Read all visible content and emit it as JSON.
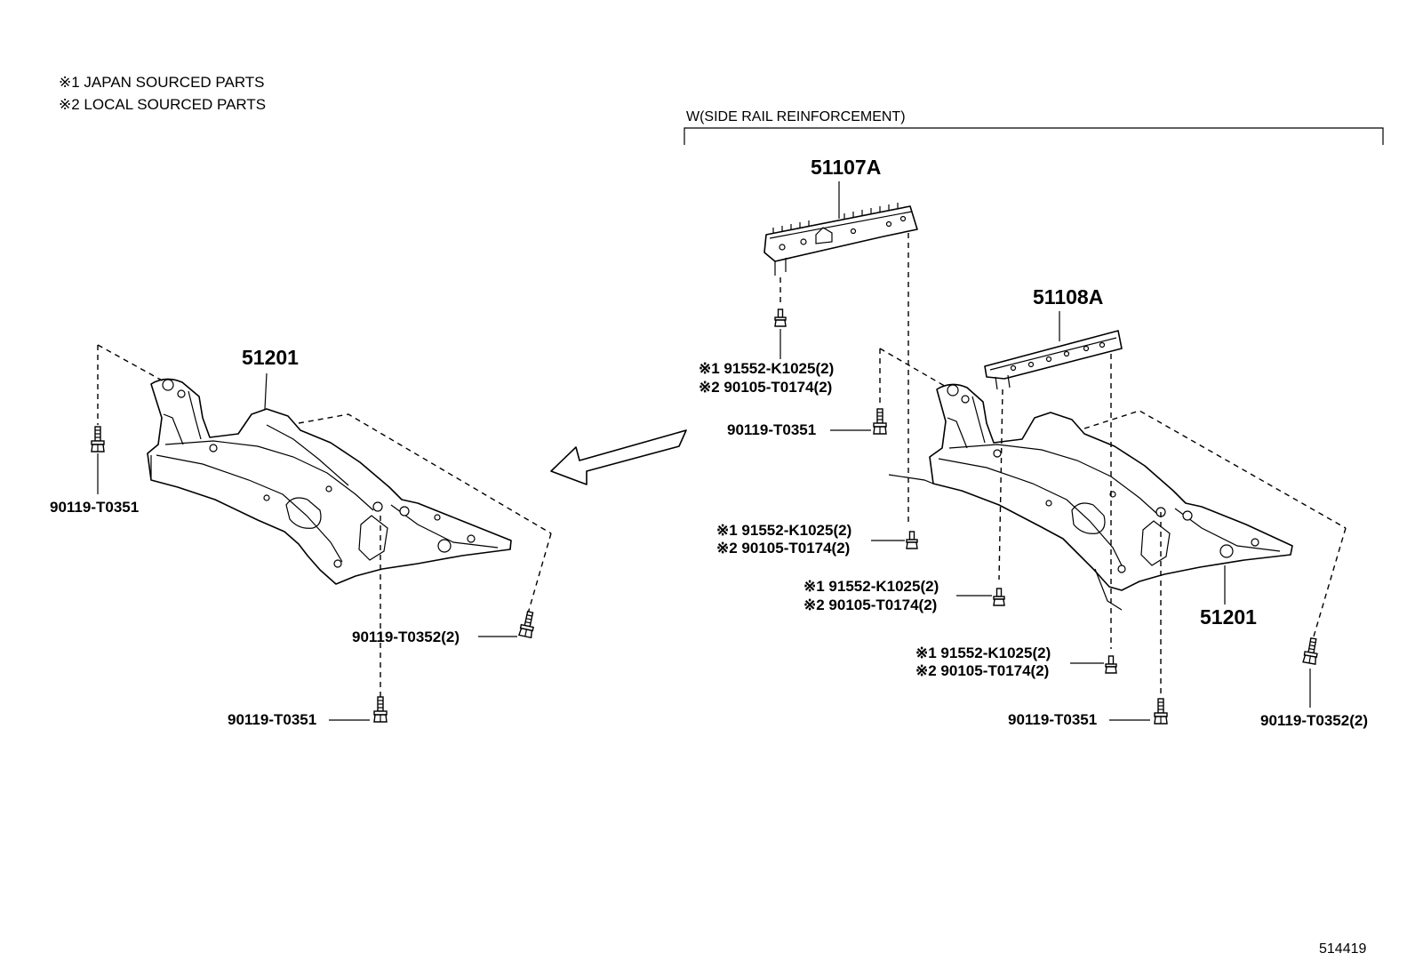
{
  "legend": {
    "item1": "※1 JAPAN SOURCED PARTS",
    "item2": "※2 LOCAL SOURCED PARTS"
  },
  "variant_bracket": {
    "label": "W(SIDE RAIL REINFORCEMENT)"
  },
  "left_assembly": {
    "crossmember_label": "51201",
    "bolt_rear_left": "90119-T0351",
    "bolt_front_right": "90119-T0352(2)",
    "bolt_front_center": "90119-T0351"
  },
  "right_assembly": {
    "reinforcement_1_label": "51107A",
    "reinforcement_2_label": "51108A",
    "crossmember_label": "51201",
    "screw_a_line1": "※1 91552-K1025(2)",
    "screw_a_line2": "※2 90105-T0174(2)",
    "bolt_rear_left": "90119-T0351",
    "screw_b_line1": "※1 91552-K1025(2)",
    "screw_b_line2": "※2 90105-T0174(2)",
    "screw_c_line1": "※1 91552-K1025(2)",
    "screw_c_line2": "※2 90105-T0174(2)",
    "screw_d_line1": "※1 91552-K1025(2)",
    "screw_d_line2": "※2 90105-T0174(2)",
    "bolt_front_center": "90119-T0351",
    "bolt_front_right": "90119-T0352(2)"
  },
  "figure_number": "514419",
  "icons": [
    "arrow-icon",
    "bolt-icon"
  ]
}
